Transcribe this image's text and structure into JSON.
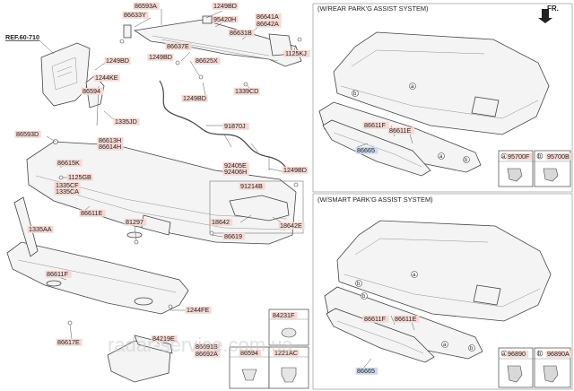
{
  "direction_label": "FR.",
  "reference": "REF.60-710",
  "panels": {
    "rear_assist": "(W/REAR PARK'G ASSIST SYSTEM)",
    "smart_assist": "(W/SMART PARK'G ASSIST SYSTEM)"
  },
  "watermark": "radar-service.com.ua",
  "circle_letters": [
    "a",
    "b"
  ],
  "part_labels": {
    "p86593A": "86593A",
    "p86633Y": "86633Y",
    "p1249BD_a": "1249BD",
    "p95420H": "95420H",
    "p86641A": "86641A",
    "p86642A": "86642A",
    "p86631B": "86631B",
    "p1125KJ": "1125KJ",
    "p86637E": "86637E",
    "p1249BD_b": "1249BD",
    "p1249BD_c": "1249BD",
    "p86625X": "86625X",
    "p1249BD_d": "1249BD",
    "p1339CD": "1339CD",
    "p1244KE": "1244KE",
    "p86594": "86594",
    "p1335JD": "1335JD",
    "p86613H": "86613H",
    "p86614H": "86614H",
    "p91870J": "91870J",
    "p86593D": "86593D",
    "p86615K": "86615K",
    "p1125GB": "1125GB",
    "p1335CF": "1335CF",
    "p1335CA": "1335CA",
    "p92405E": "92405E",
    "p92406H": "92406H",
    "p1249BD_e": "1249BD",
    "p91214B": "91214B",
    "p86611E": "86611E",
    "p81297": "81297",
    "p18642_a": "18642",
    "p18642E": "18642E",
    "p1335AA": "1335AA",
    "p86619": "86619",
    "p86611F": "86611F",
    "p1244FE": "1244FE",
    "p84231F": "84231F",
    "p86617E": "86617E",
    "p84219E": "84219E",
    "p86691B": "86691B",
    "p86692A": "86692A",
    "p86594_b": "86594",
    "p1221AC": "1221AC",
    "r86611F": "86611F",
    "r86611E": "86611E",
    "r86665": "86665",
    "r95700F": "95700F",
    "r95700B": "95700B",
    "s86611F": "86611F",
    "s86611E": "86611E",
    "s86665": "86665",
    "s96890": "96890",
    "s96890A": "96890A"
  },
  "colors": {
    "label_highlight": "#f6d9d3",
    "label_blue": "#cdd9f0",
    "line": "#555555"
  }
}
